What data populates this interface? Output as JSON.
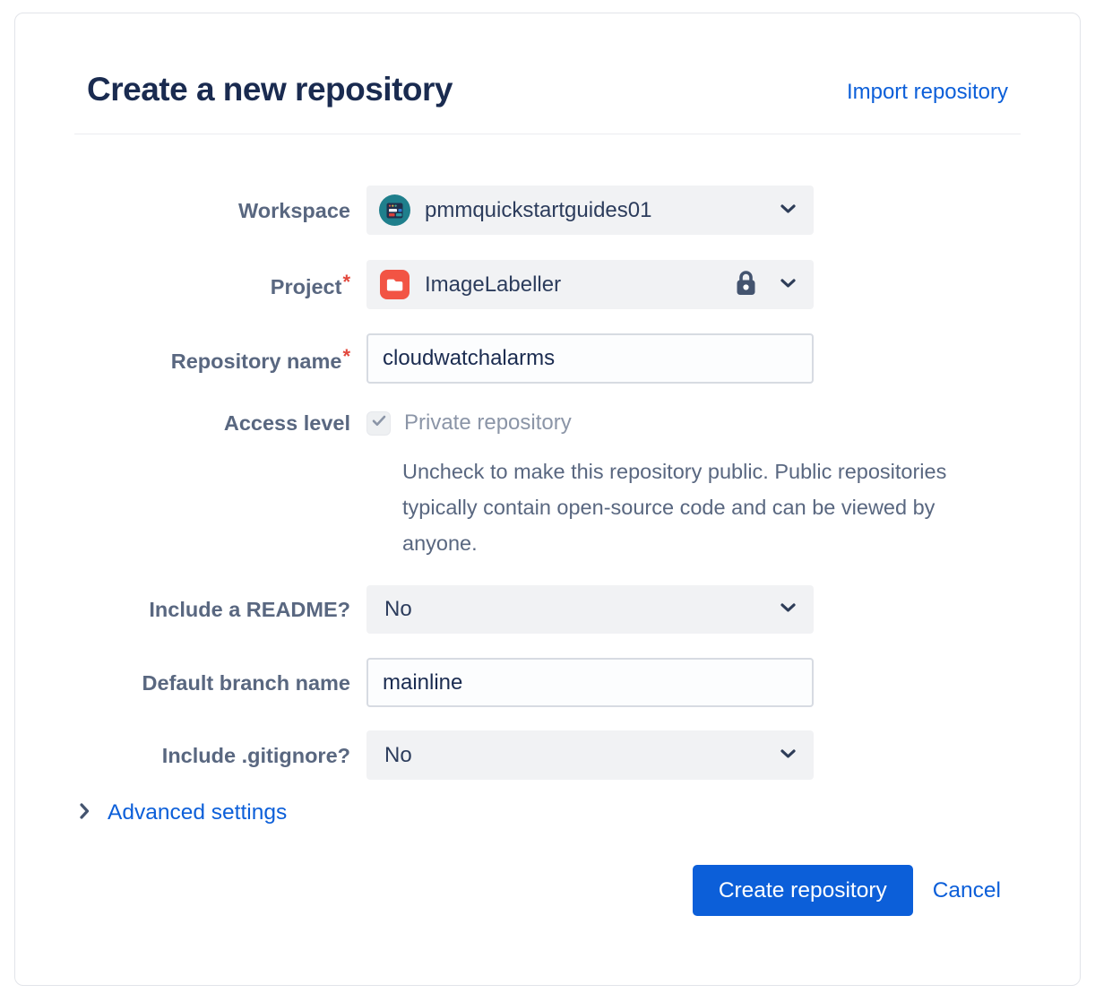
{
  "header": {
    "title": "Create a new repository",
    "import_link": "Import repository"
  },
  "form": {
    "workspace": {
      "label": "Workspace",
      "value": "pmmquickstartguides01"
    },
    "project": {
      "label": "Project",
      "required_mark": "*",
      "value": "ImageLabeller",
      "locked": true
    },
    "repository_name": {
      "label": "Repository name",
      "required_mark": "*",
      "value": "cloudwatchalarms"
    },
    "access_level": {
      "label": "Access level",
      "checkbox_label": "Private repository",
      "checked": true,
      "disabled": true,
      "help_text": "Uncheck to make this repository public. Public repositories typically contain open-source code and can be viewed by anyone."
    },
    "include_readme": {
      "label": "Include a README?",
      "value": "No"
    },
    "default_branch": {
      "label": "Default branch name",
      "value": "mainline"
    },
    "include_gitignore": {
      "label": "Include .gitignore?",
      "value": "No"
    },
    "advanced_settings": {
      "label": "Advanced settings"
    }
  },
  "footer": {
    "create_button": "Create repository",
    "cancel_button": "Cancel"
  },
  "icons": [
    "workspace-avatar-icon",
    "project-folder-icon",
    "lock-icon",
    "chevron-down-icon",
    "chevron-right-icon",
    "checkmark-icon"
  ],
  "colors": {
    "accent_blue": "#0c5fd9",
    "title_navy": "#1a2b50",
    "label_gray": "#596780",
    "disabled_gray": "#8b95a7",
    "required_red": "#e2483d",
    "field_bg": "#f1f2f4",
    "input_border": "#d7dbe2",
    "workspace_avatar_teal": "#1f7f8c",
    "project_icon_red": "#f25444",
    "chevron_navy": "#2e3d58",
    "lock_slate": "#44546f"
  }
}
